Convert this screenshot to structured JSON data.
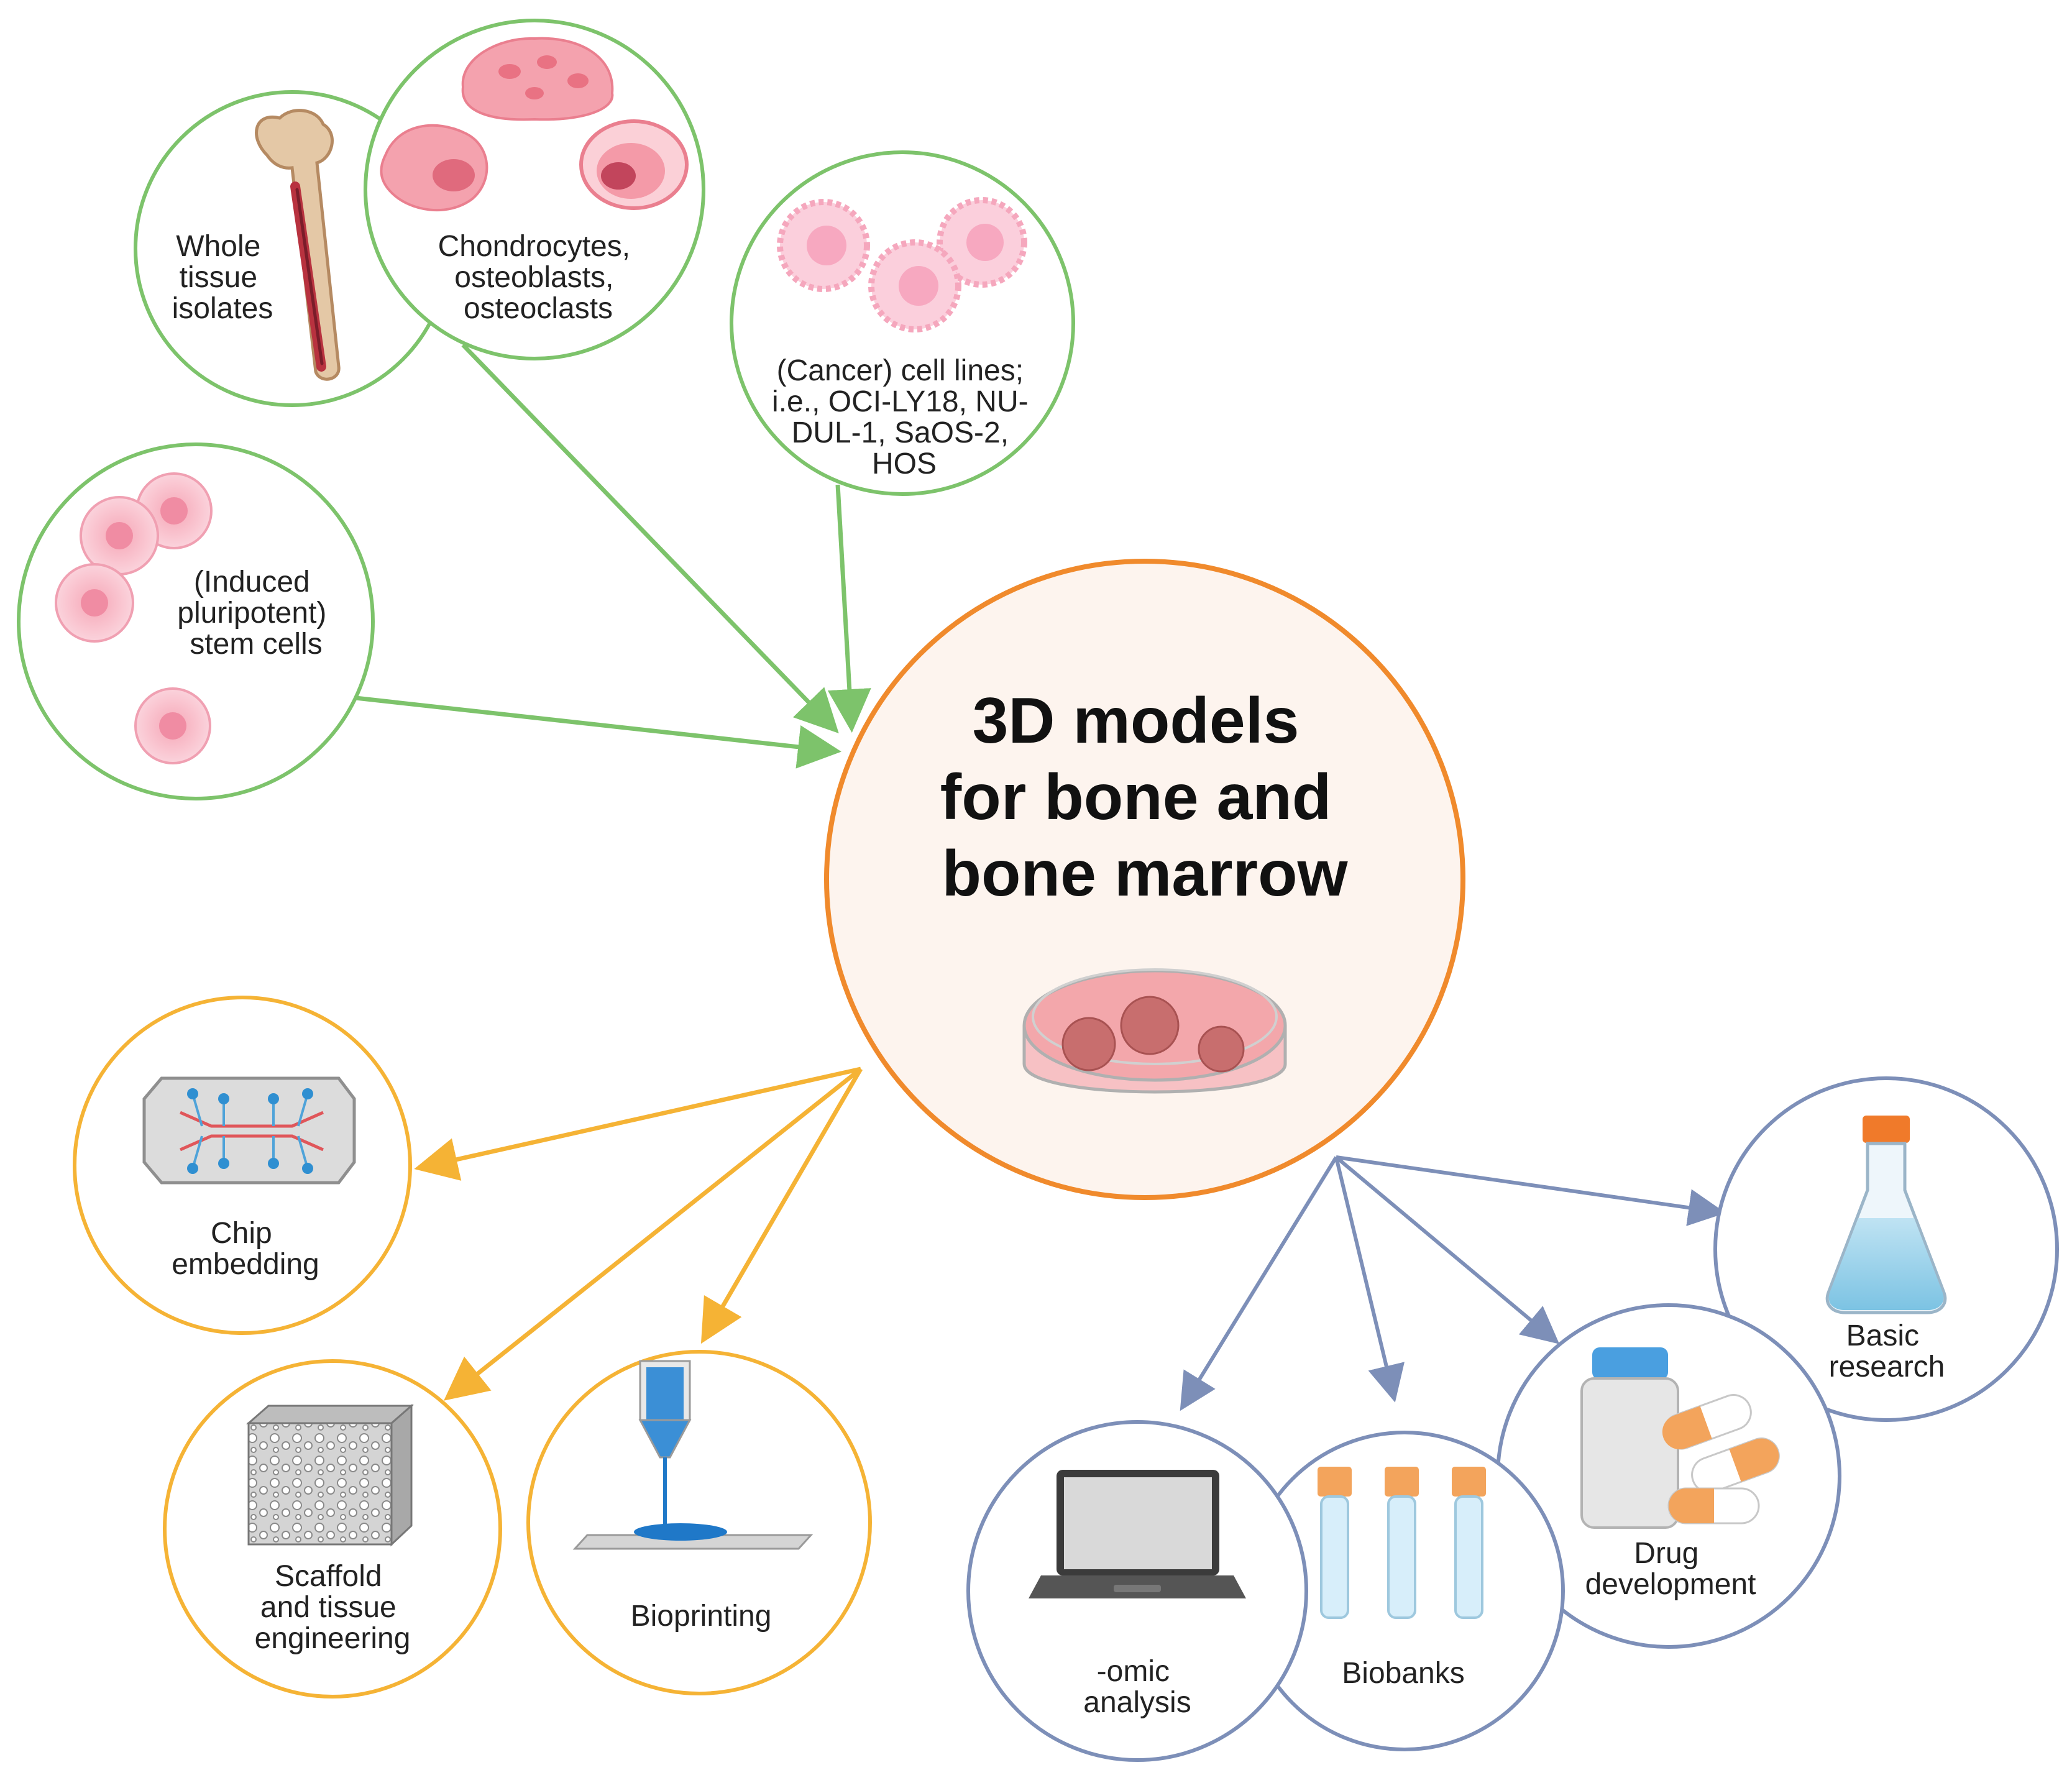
{
  "center": {
    "title_lines": [
      "3D models",
      "for bone and",
      "bone marrow"
    ]
  },
  "sources": {
    "whole_tissue": [
      "Whole",
      "tissue",
      "isolates"
    ],
    "bone_cells": [
      "Chondrocytes,",
      "osteoblasts,",
      "osteoclasts"
    ],
    "cell_lines": [
      "(Cancer) cell lines;",
      "i.e., OCI-LY18, NU-",
      "DUL-1, SaOS-2,",
      "HOS"
    ],
    "stem_cells": [
      "(Induced",
      "pluripotent)",
      "stem cells"
    ]
  },
  "methods": {
    "chip": [
      "Chip",
      "embedding"
    ],
    "scaffold": [
      "Scaffold",
      "and tissue",
      "engineering"
    ],
    "bioprinting": [
      "Bioprinting"
    ]
  },
  "applications": {
    "omic": [
      "-omic",
      "analysis"
    ],
    "biobanks": [
      "Biobanks"
    ],
    "drug": [
      "Drug",
      "development"
    ],
    "basic": [
      "Basic",
      "research"
    ]
  },
  "colors": {
    "source_green": "#7dc36b",
    "center_orange": "#f08a2c",
    "method_yellow": "#f5b335",
    "application_blue": "#7d8fb8",
    "center_fill": "#fdf4ee"
  }
}
